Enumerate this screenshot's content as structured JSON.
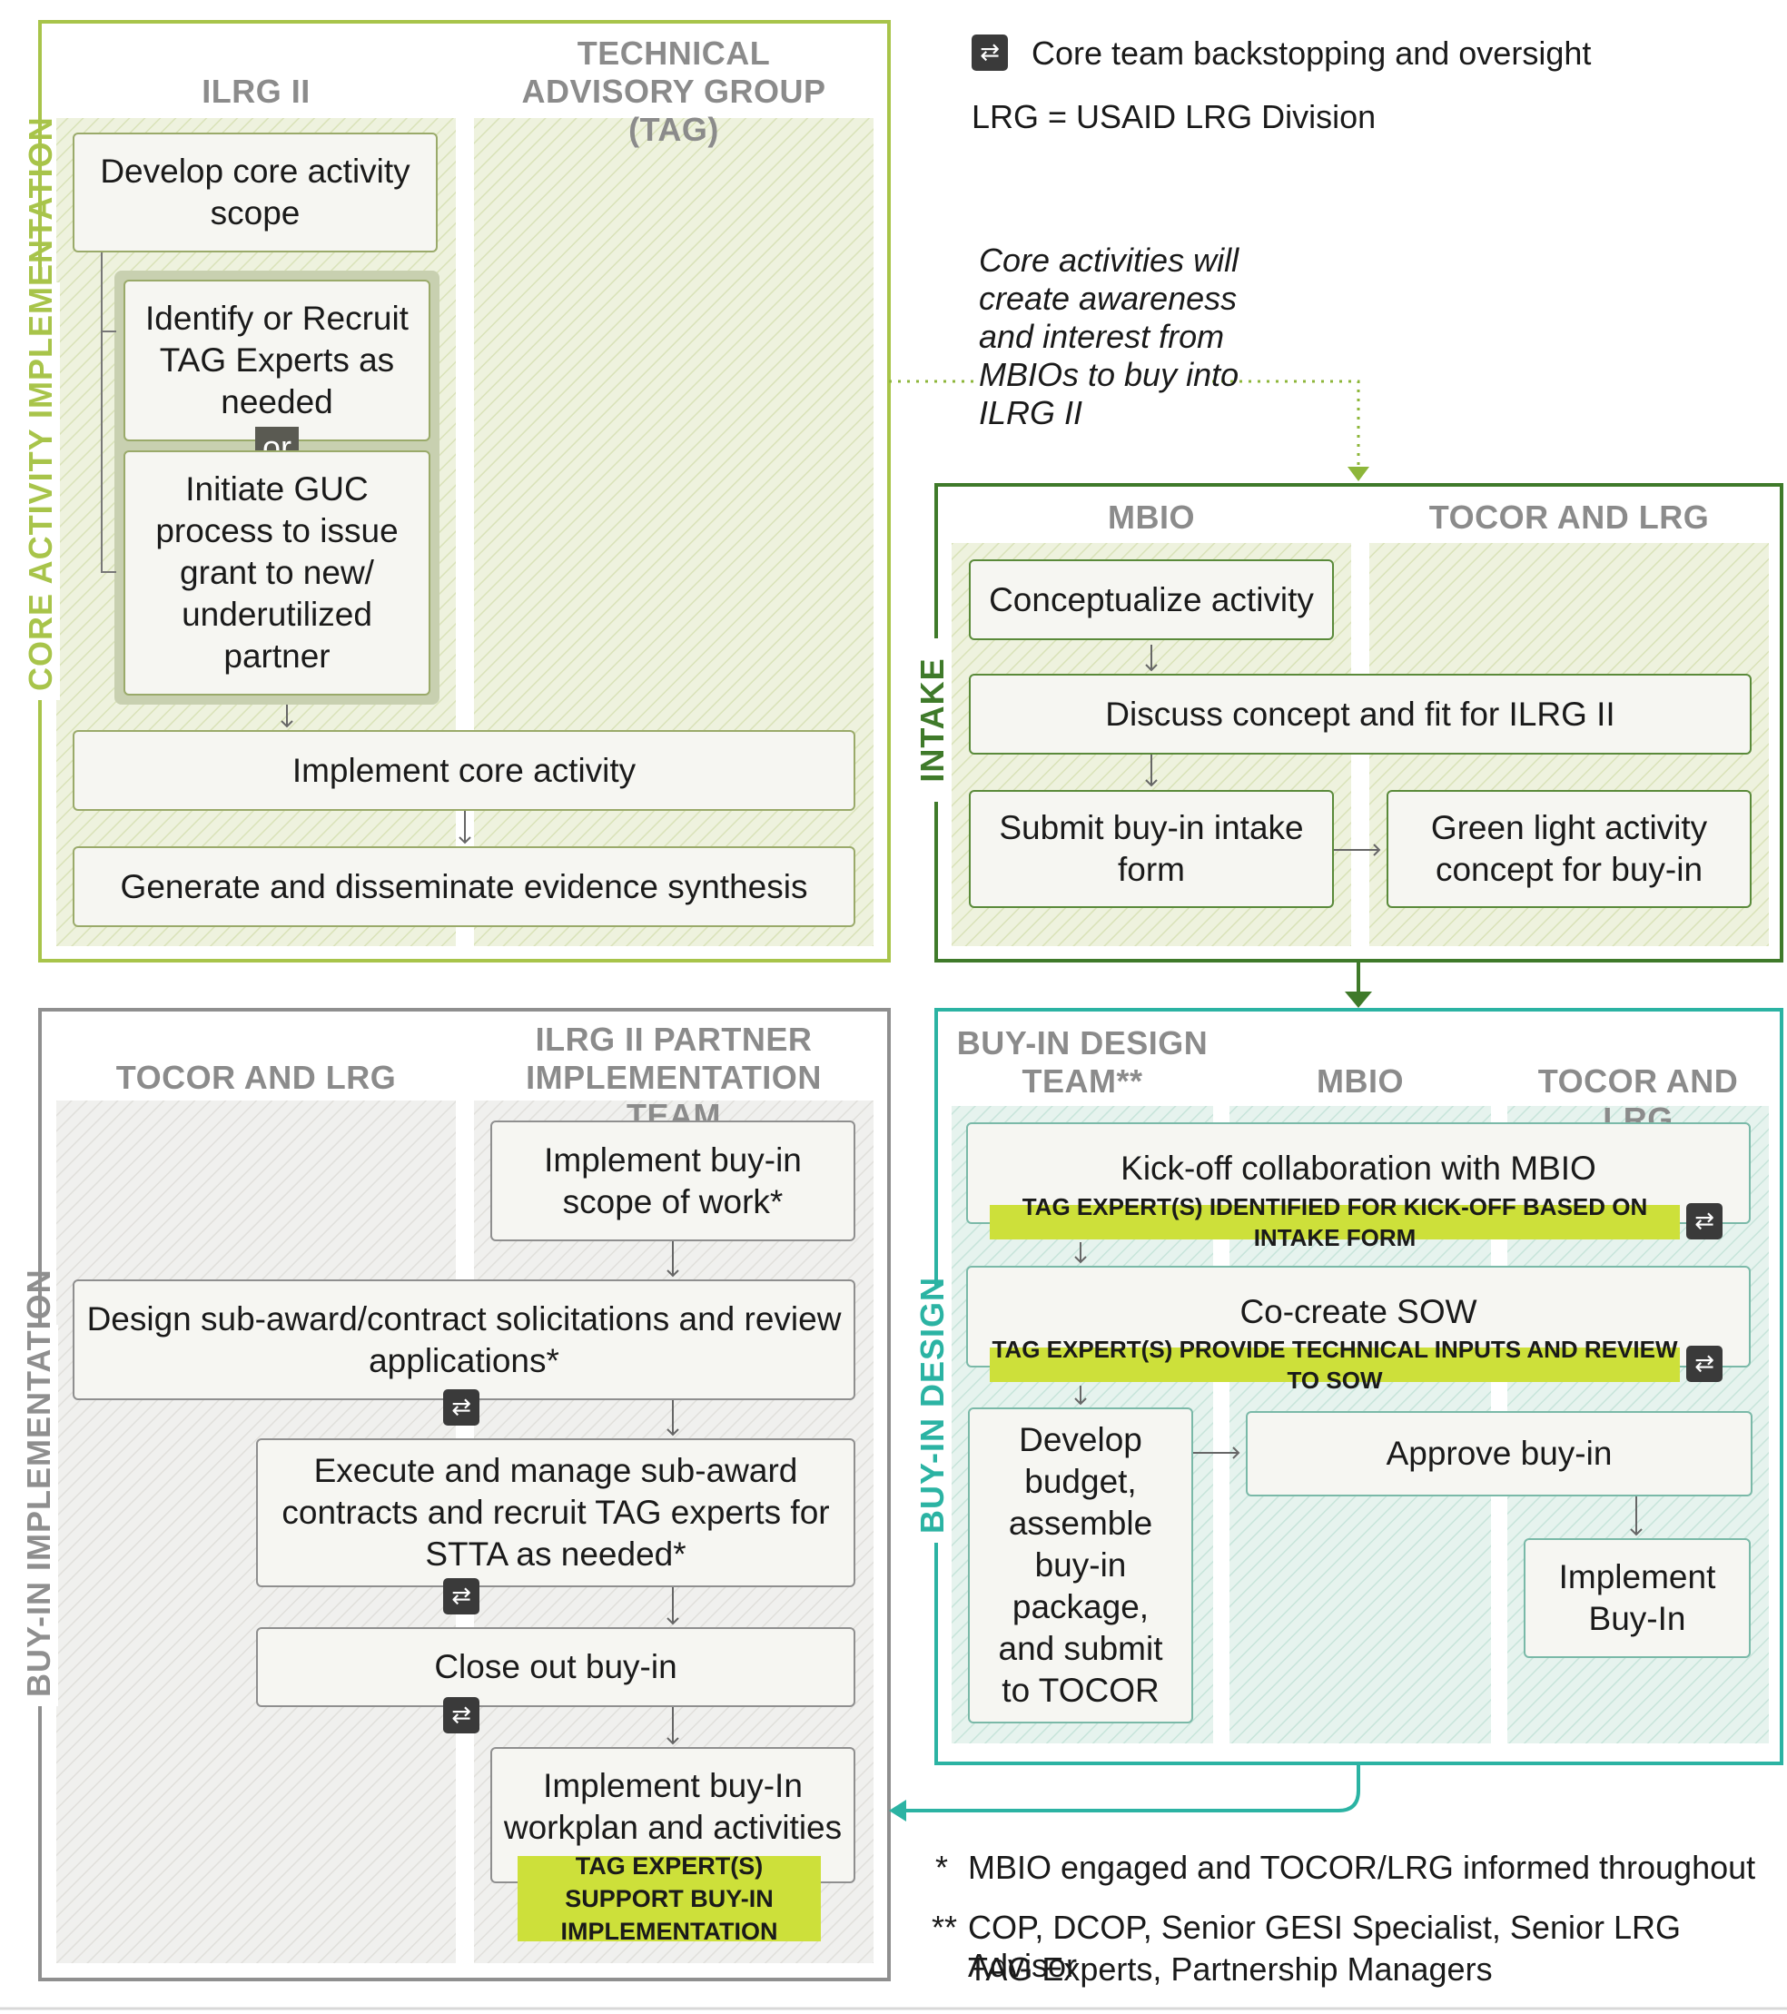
{
  "legend": {
    "icon_label": "Core team backstopping and oversight",
    "lrg_def": "LRG = USAID LRG Division"
  },
  "connector_note": "Core activities will create awareness and interest from MBIOs to buy into ILRG II",
  "core": {
    "side_label": "CORE ACTIVITY IMPLEMENTATION",
    "col_ilrg": "ILRG II",
    "col_tag": "TECHNICAL ADVISORY GROUP (TAG)",
    "develop": "Develop core activity scope",
    "identify": "Identify or Recruit TAG Experts as needed",
    "or": "or",
    "initiate": "Initiate GUC process to issue grant to new/ underutilized partner",
    "implement": "Implement core activity",
    "generate": "Generate and disseminate evidence synthesis"
  },
  "intake": {
    "side_label": "INTAKE",
    "col_mbio": "MBIO",
    "col_tocor": "TOCOR AND LRG",
    "conceptualize": "Conceptualize activity",
    "discuss": "Discuss concept and fit for ILRG II",
    "submit": "Submit buy-in intake form",
    "green_light": "Green light activity concept for buy-in"
  },
  "design": {
    "side_label": "BUY-IN DESIGN",
    "col_team": "BUY-IN DESIGN TEAM**",
    "col_mbio": "MBIO",
    "col_tocor": "TOCOR AND LRG",
    "kickoff": "Kick-off collaboration with MBIO",
    "kickoff_badge": "TAG EXPERT(S) IDENTIFIED FOR KICK-OFF BASED ON INTAKE FORM",
    "cocreate": "Co-create SOW",
    "cocreate_badge": "TAG EXPERT(S) PROVIDE TECHNICAL INPUTS AND REVIEW TO SOW",
    "develop": "Develop budget, assemble buy-in package, and submit to TOCOR",
    "approve": "Approve buy-in",
    "implement": "Implement Buy-In"
  },
  "implementation": {
    "side_label": "BUY-IN IMPLEMENTATION",
    "col_tocor": "TOCOR AND LRG",
    "col_partner": "ILRG II PARTNER IMPLEMENTATION TEAM",
    "scope": "Implement buy-in scope of work*",
    "solicit": "Design sub-award/contract solicitations and review applications*",
    "execute": "Execute and manage sub-award contracts and recruit TAG experts for STTA as needed*",
    "closeout": "Close out buy-in",
    "workplan": "Implement buy-In workplan and activities",
    "support_badge": "TAG EXPERT(S) SUPPORT BUY-IN IMPLEMENTATION"
  },
  "footnotes": {
    "f1_mark": "*",
    "f1": "MBIO engaged and TOCOR/LRG informed throughout",
    "f2_mark": "**",
    "f2_line1": "COP, DCOP, Senior GESI Specialist, Senior LRG Advisor",
    "f2_line2": "TAG Experts, Partnership Managers"
  },
  "colors": {
    "core_border": "#a8c44a",
    "intake_border": "#3f7a2a",
    "design_border": "#2bb3a3",
    "impl_border": "#8f8f8f",
    "badge": "#cde03a",
    "icon_bg": "#3a3a3a"
  },
  "icon_name": "backstopping-cycle-icon"
}
